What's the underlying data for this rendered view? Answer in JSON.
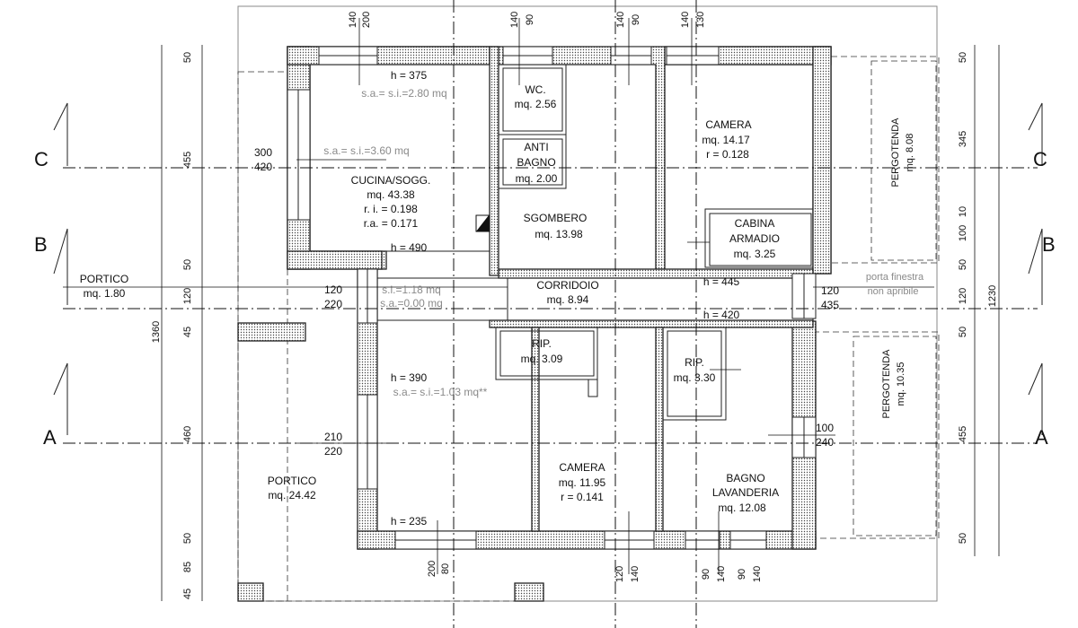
{
  "axes": {
    "A": "A",
    "B": "B",
    "C": "C"
  },
  "rooms": {
    "cucina": {
      "name": "CUCINA/SOGG.",
      "area": "mq. 43.38",
      "ri": "r. i. = 0.198",
      "ra": "r.a. = 0.171",
      "h_top": "h = 375",
      "sa_top": "s.a.= s.i.=2.80 mq",
      "sa_left": "s.a.= s.i.=3.60 mq",
      "h_bottom": "h = 490"
    },
    "wc": {
      "name": "WC.",
      "area": "mq. 2.56"
    },
    "antibagno": {
      "name1": "ANTI",
      "name2": "BAGNO",
      "area": "mq. 2.00"
    },
    "sgombero": {
      "name": "SGOMBERO",
      "area": "mq. 13.98"
    },
    "camera1": {
      "name": "CAMERA",
      "area": "mq. 14.17",
      "ratio": "r = 0.128"
    },
    "cabina": {
      "name1": "CABINA",
      "name2": "ARMADIO",
      "area": "mq. 3.25"
    },
    "corridoio": {
      "name": "CORRIDOIO",
      "area": "mq. 8.94",
      "h1": "h = 445",
      "h2": "h = 420"
    },
    "rip1": {
      "name": "RIP.",
      "area": "mq. 3.09"
    },
    "rip2": {
      "name": "RIP.",
      "area": "mq. 3.30"
    },
    "camera2": {
      "name": "CAMERA",
      "area": "mq. 11.95",
      "ratio": "r = 0.141"
    },
    "bagno": {
      "name1": "BAGNO",
      "name2": "LAVANDERIA",
      "area": "mq. 12.08"
    },
    "portico_small": {
      "name": "PORTICO",
      "area": "mq. 1.80"
    },
    "portico_big": {
      "name": "PORTICO",
      "area": "mq. 24.42",
      "h": "h = 235"
    },
    "pergotenda_top": {
      "name": "PERGOTENDA",
      "area": "mq. 8.08"
    },
    "pergotenda_bottom": {
      "name": "PERGOTENDA",
      "area": "mq. 10.35"
    },
    "living_lower": {
      "h": "h = 390",
      "sa": "s.a.= s.i.=1.03 mq**"
    },
    "entrance": {
      "si": "s.i.=1.18 mq",
      "sa": "s.a.=0.00 mq"
    }
  },
  "notes": {
    "porta_finestra": "porta finestra",
    "non_apribile": "non apribile"
  },
  "openings": {
    "w1": {
      "a": "300",
      "b": "420"
    },
    "w2": {
      "a": "120",
      "b": "220"
    },
    "w3": {
      "a": "210",
      "b": "220"
    },
    "w4": {
      "a": "120",
      "b": "435"
    },
    "w5": {
      "a": "100",
      "b": "240"
    }
  },
  "dims_left_outer": {
    "d1": "50",
    "d2": "455",
    "d3": "50",
    "d4": "120",
    "d5": "45",
    "d6": "460",
    "d7": "50",
    "d8": "85",
    "d9": "45"
  },
  "dims_left_total": "1360",
  "dims_right": {
    "d1": "50",
    "d2": "345",
    "d3": "10",
    "d4": "100",
    "d5": "50",
    "d6": "120",
    "d7": "50",
    "d8": "455",
    "d9": "50",
    "total": "1230"
  },
  "dims_top": {
    "t1": "140",
    "t2": "200",
    "t3": "140",
    "t4": "90",
    "t5": "140",
    "t6": "90",
    "t7": "140",
    "t8": "130"
  },
  "dims_bottom": {
    "b1": "200",
    "b2": "80",
    "b3": "120",
    "b4": "140",
    "b5": "90",
    "b6": "140",
    "b7": "90",
    "b8": "140"
  }
}
